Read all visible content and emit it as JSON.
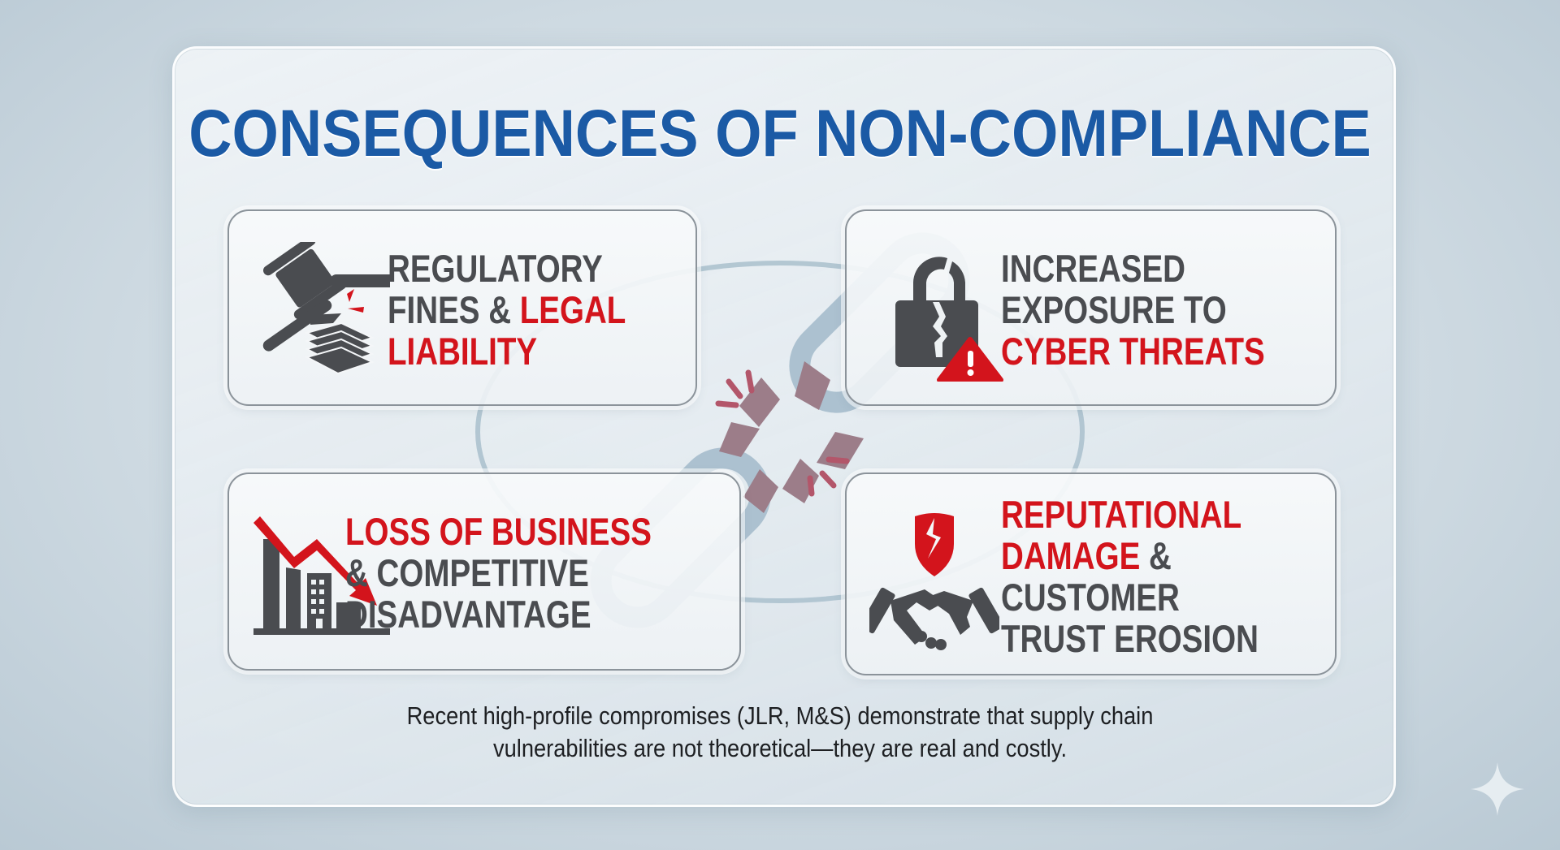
{
  "title": "CONSEQUENCES OF NON-COMPLIANCE",
  "colors": {
    "title_blue": "#1b5aa5",
    "accent_red": "#d3141c",
    "icon_gray": "#4a4c50",
    "chain_blue": "#a9bfcd",
    "chain_broken": "#9c7d89"
  },
  "cards": [
    {
      "id": "regulatory-fines",
      "icon": "gavel-money-icon",
      "lines": [
        {
          "parts": [
            {
              "text": "REGULATORY",
              "red": false
            }
          ]
        },
        {
          "parts": [
            {
              "text": "FINES & ",
              "red": false
            },
            {
              "text": "LEGAL",
              "red": true
            }
          ]
        },
        {
          "parts": [
            {
              "text": "LIABILITY",
              "red": true
            }
          ]
        }
      ]
    },
    {
      "id": "cyber-threats",
      "icon": "broken-lock-warning-icon",
      "lines": [
        {
          "parts": [
            {
              "text": "INCREASED",
              "red": false
            }
          ]
        },
        {
          "parts": [
            {
              "text": "EXPOSURE TO",
              "red": false
            }
          ]
        },
        {
          "parts": [
            {
              "text": "CYBER THREATS",
              "red": true
            }
          ]
        }
      ]
    },
    {
      "id": "loss-of-business",
      "icon": "declining-chart-building-icon",
      "lines": [
        {
          "parts": [
            {
              "text": "LOSS OF BUSINESS",
              "red": true
            }
          ]
        },
        {
          "parts": [
            {
              "text": "& COMPETITIVE",
              "red": false
            }
          ]
        },
        {
          "parts": [
            {
              "text": "DISADVANTAGE",
              "red": false
            }
          ]
        }
      ]
    },
    {
      "id": "reputational-damage",
      "icon": "broken-shield-handshake-icon",
      "lines": [
        {
          "parts": [
            {
              "text": "REPUTATIONAL",
              "red": true
            }
          ]
        },
        {
          "parts": [
            {
              "text": "DAMAGE",
              "red": true
            },
            {
              "text": " &",
              "red": false
            }
          ]
        },
        {
          "parts": [
            {
              "text": "CUSTOMER",
              "red": false
            }
          ]
        },
        {
          "parts": [
            {
              "text": "TRUST EROSION",
              "red": false
            }
          ]
        }
      ]
    }
  ],
  "center_graphic": "broken-chain-icon",
  "footer": {
    "line1": "Recent high-profile compromises (JLR, M&S) demonstrate that supply chain",
    "line2": "vulnerabilities are not theoretical—they are real and costly."
  },
  "corner_mark": "sparkle-icon"
}
